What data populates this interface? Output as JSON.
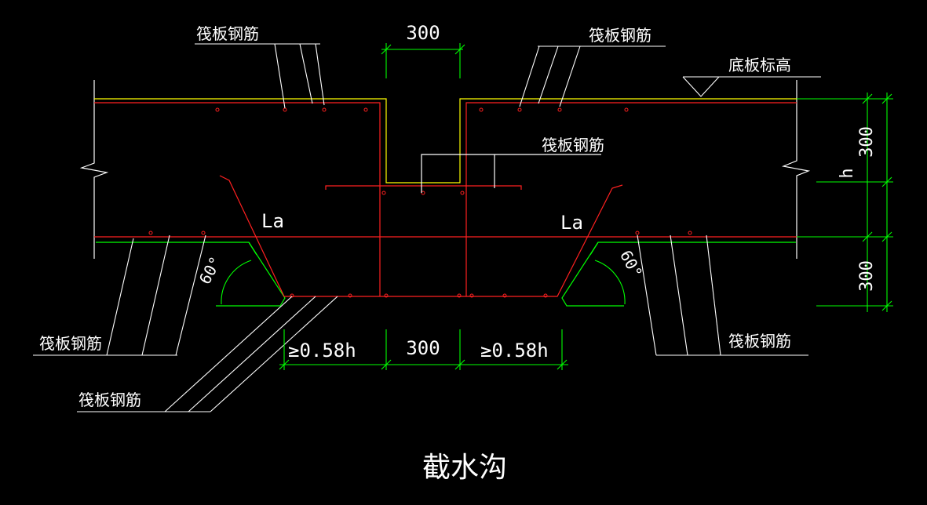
{
  "title": "截水沟",
  "labels": {
    "raft_rebar": "筏板钢筋",
    "bottom_elevation": "底板标高",
    "anchorage": "La",
    "depth": "h",
    "angle": "60°"
  },
  "dimensions": {
    "top_width": "300",
    "bottom_width": "300",
    "bottom_side": "≥0.58h",
    "right_upper": "300",
    "right_lower": "300"
  },
  "colors": {
    "background": "#000000",
    "outline": "#ffffff",
    "rebar": "#ff2020",
    "yellow_rebar": "#ffff00",
    "dimension": "#00ff00",
    "cover_line": "#00ff00"
  }
}
